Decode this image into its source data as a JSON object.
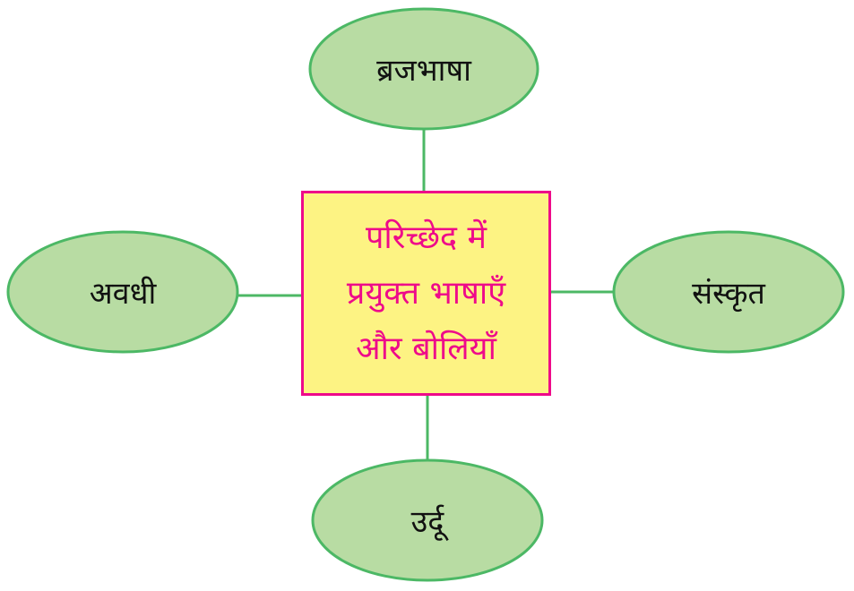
{
  "center": {
    "lines": [
      "परिच्छेद में",
      "प्रयुक्त भाषाएँ",
      "और बोलियाँ"
    ]
  },
  "nodes": {
    "top": "ब्रजभाषा",
    "left": "अवधी",
    "right": "संस्कृत",
    "bottom": "उर्दू"
  },
  "colors": {
    "ellipse_fill": "#b8dca3",
    "ellipse_stroke": "#4cb865",
    "box_fill": "#fdf383",
    "box_stroke": "#ee0a8a",
    "box_text": "#ee0a8a"
  }
}
